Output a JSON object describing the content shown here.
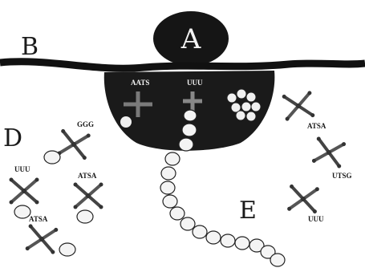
{
  "labels": {
    "A": "A",
    "B": "B",
    "D": "D",
    "E": "E"
  },
  "codons": {
    "aats_site": "AATS",
    "uuu_site": "UUU",
    "ggg": "GGG",
    "uuu_left": "UUU",
    "atsa_mid": "ATSA",
    "atsa_bottom": "ATSA",
    "atsa_right": "ATSA",
    "utsg": "UTSG",
    "uuu_right": "UUU"
  }
}
